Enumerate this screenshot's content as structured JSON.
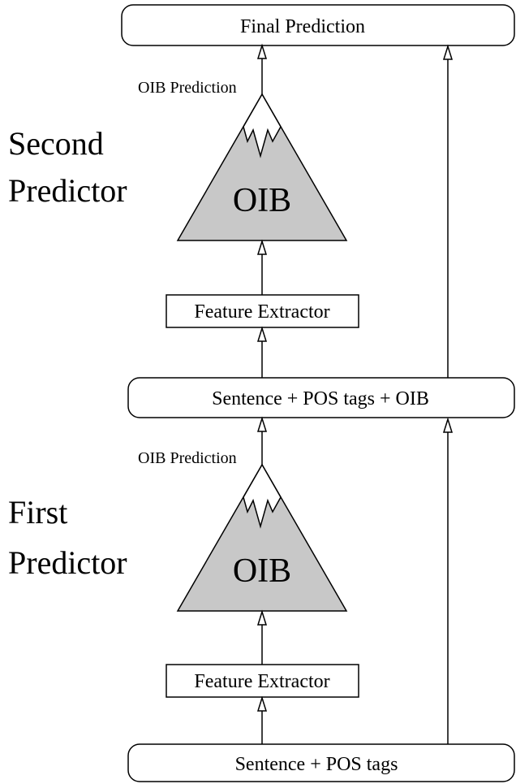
{
  "nodes": {
    "final_prediction": "Final Prediction",
    "sentence_pos_oib": "Sentence + POS tags + OIB",
    "sentence_pos": "Sentence + POS tags",
    "feature_extractor_top": "Feature Extractor",
    "feature_extractor_bottom": "Feature Extractor",
    "oib_top": "OIB",
    "oib_bottom": "OIB"
  },
  "edge_labels": {
    "oib_prediction_top": "OIB Prediction",
    "oib_prediction_bottom": "OIB Prediction"
  },
  "stages": {
    "second_line1": "Second",
    "second_line2": "Predictor",
    "first_line1": "First",
    "first_line2": "Predictor"
  },
  "colors": {
    "triangle_fill": "#c8c8c8",
    "stroke": "#000000",
    "background": "#ffffff"
  }
}
